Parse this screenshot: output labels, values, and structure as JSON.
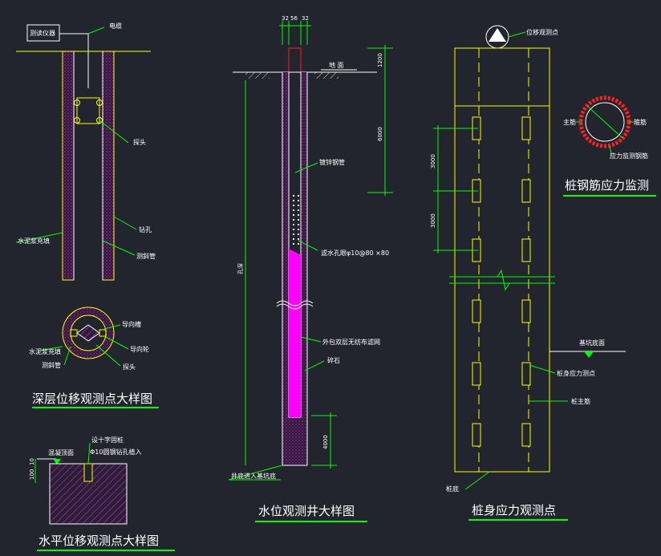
{
  "deep_detail": {
    "instrument": "测读仪器",
    "cable": "电缆",
    "probe": "探头",
    "borehole": "钻孔",
    "cement_fill": "水泥浆充填",
    "inclinometer_pipe": "测斜管",
    "title": "深层位移观测点大样图"
  },
  "section": {
    "guide_groove": "导向槽",
    "guide_wheel": "导向轮",
    "cement_fill": "水泥浆充填",
    "inclinometer_pipe": "测斜管",
    "probe": "探头"
  },
  "horizontal_detail": {
    "top_label": "混凝顶面",
    "cross_mark": "设十字固桩",
    "rebar": "Φ10圆钢钻孔植入",
    "dim_a": "100",
    "dim_b": "10",
    "title": "水平位移观测点大样图"
  },
  "well_detail": {
    "dims_top": [
      "32",
      "56",
      "32"
    ],
    "ground": "地 面",
    "dim_1200": "1200",
    "dim_6000": "6000",
    "steel_pipe": "镀锌钢管",
    "filter_holes": "滤水孔眼φ10@80 ×80",
    "wrap": "外包双层无纺布滤网",
    "gravel": "碎石",
    "depth": "孔深",
    "dim_4000": "4000",
    "bottom": "井底进入基坑底",
    "title": "水位观测井大样图"
  },
  "pile_detail": {
    "displacement_point": "位移观测点",
    "dim_3000a": "3000",
    "dim_3000b": "3000",
    "pit_bottom": "基坑底面",
    "stress_point": "桩身应力测点",
    "main_bar": "桩主筋",
    "pile_bottom": "桩底",
    "title": "桩身应力观测点"
  },
  "rebar_detail": {
    "left_label": "主筋",
    "right_label": "箍筋",
    "gauge_label": "应力监测钢筋",
    "title": "桩钢筋应力监测"
  },
  "colors": {
    "bg": "#22252e",
    "line": "#ffffff",
    "yellow": "#ffff00",
    "green": "#00ff00",
    "magenta": "#ff00ff",
    "red": "#ff2020",
    "cyan": "#00c8c8"
  }
}
